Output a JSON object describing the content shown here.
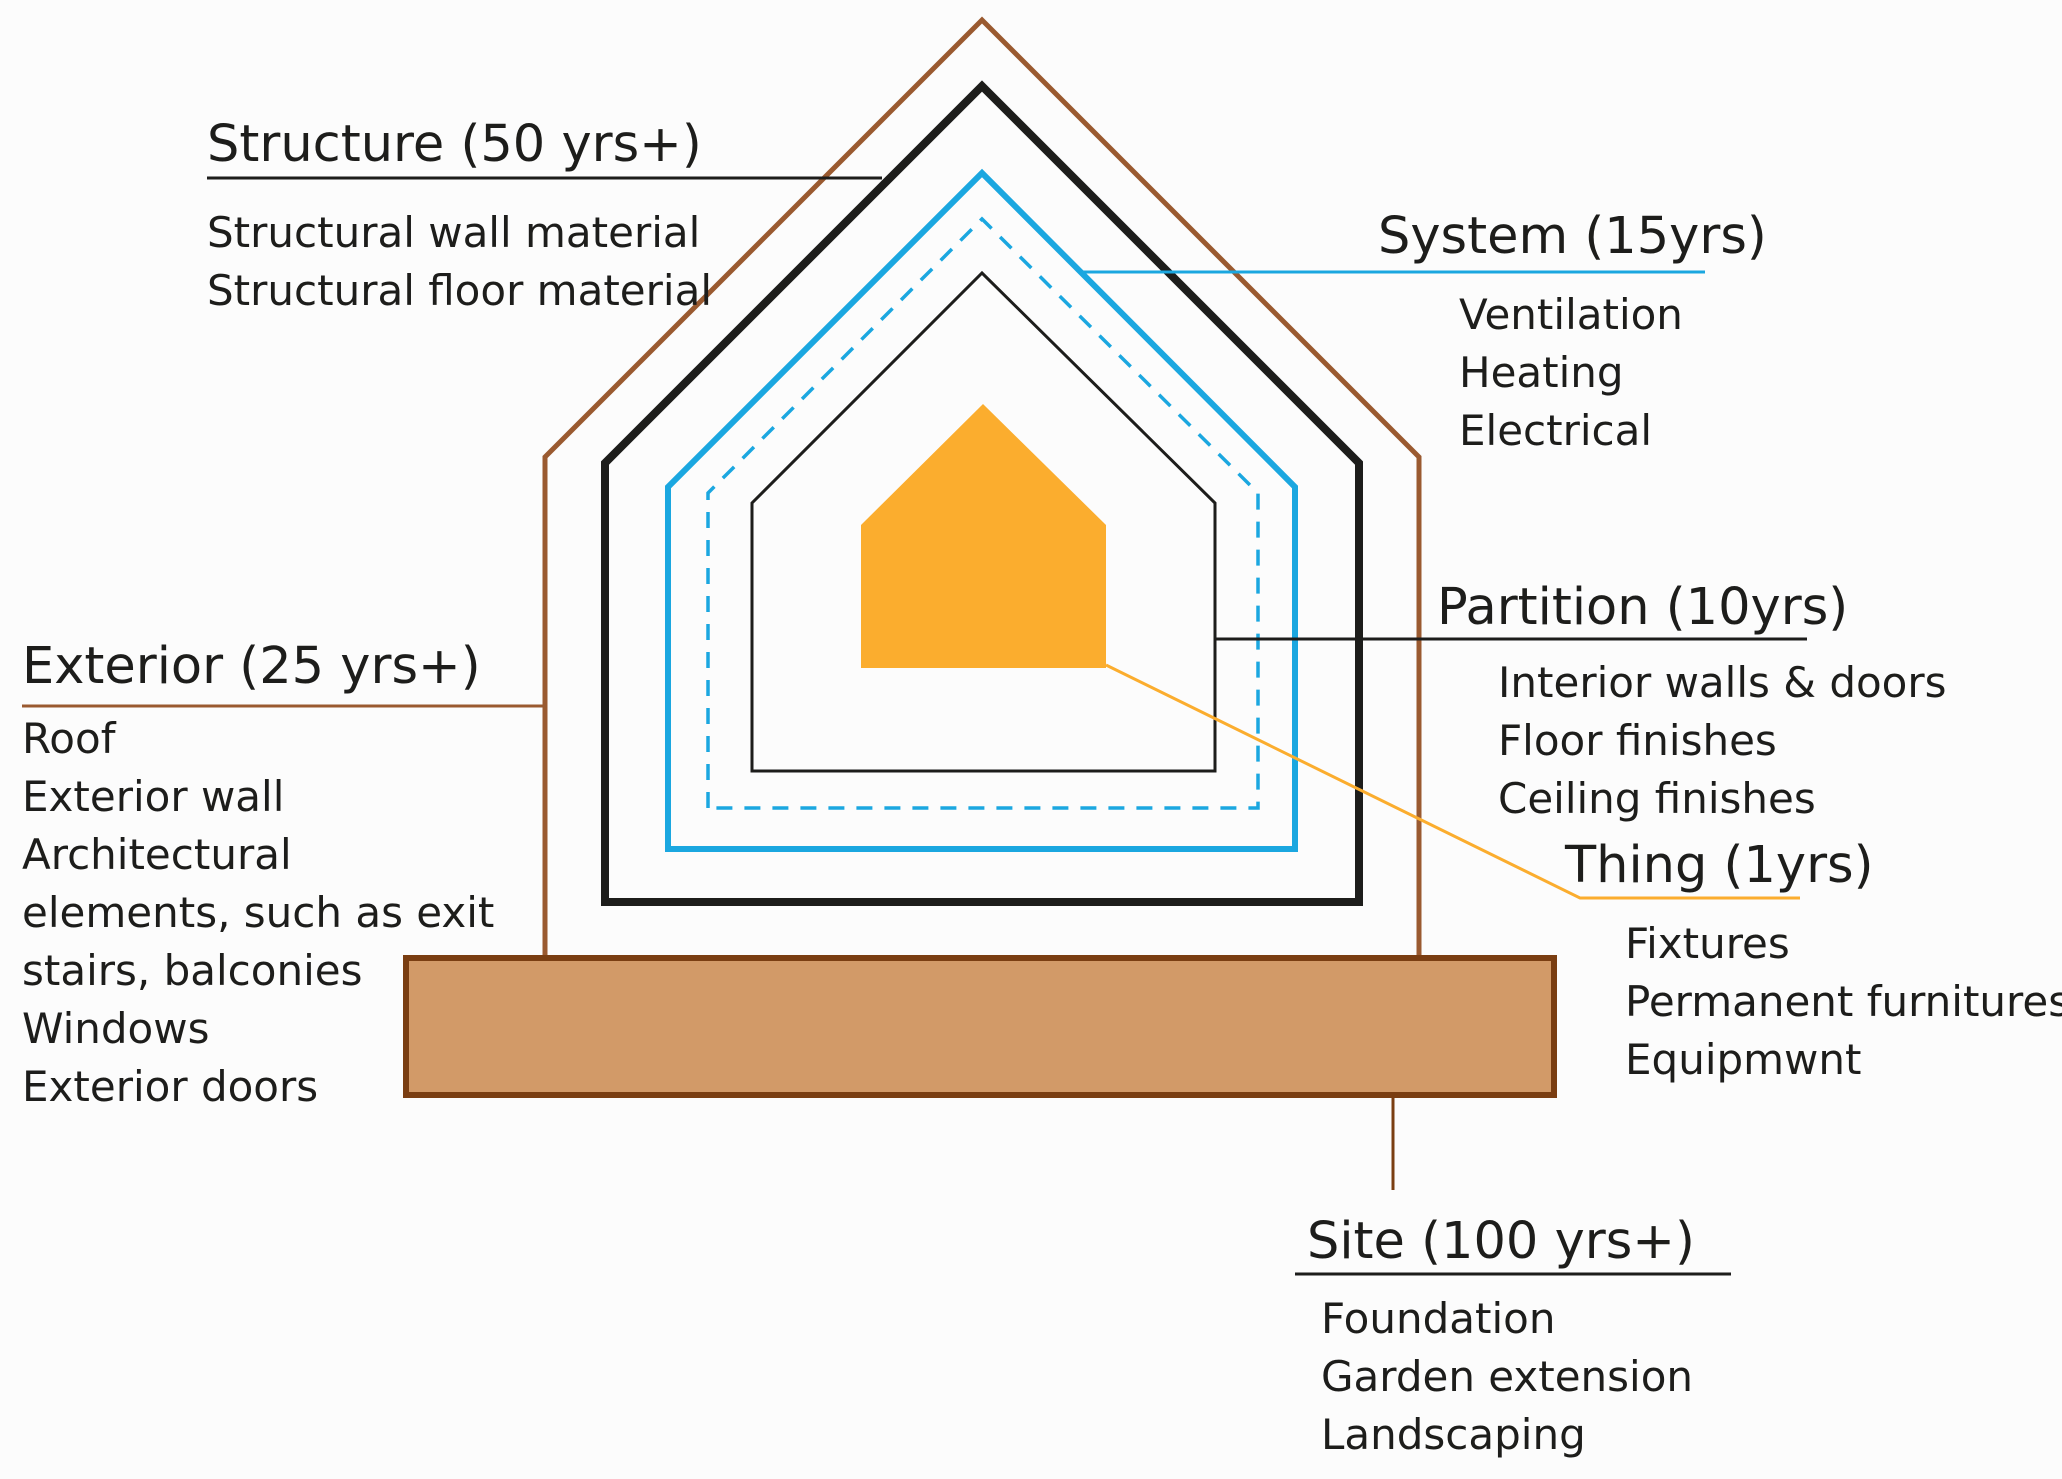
{
  "diagram": {
    "colors": {
      "site": "#7a3e12",
      "site_fill": "#d29a68",
      "exterior": "#9a5a30",
      "structure": "#1d1d1b",
      "system": "#1ba7e0",
      "partition": "#1d1d1b",
      "thing": "#fbad2e"
    },
    "layers": {
      "structure": {
        "title": "Structure (50 yrs+)",
        "items": [
          "Structural wall material",
          "Structural floor material"
        ]
      },
      "system": {
        "title": "System (15yrs)",
        "items": [
          "Ventilation",
          "Heating",
          "Electrical"
        ]
      },
      "partition": {
        "title": "Partition (10yrs)",
        "items": [
          "Interior walls & doors",
          "Floor finishes",
          "Ceiling finishes"
        ]
      },
      "thing": {
        "title": "Thing (1yrs)",
        "items": [
          "Fixtures",
          "Permanent furnitures",
          "Equipmwnt"
        ]
      },
      "exterior": {
        "title": "Exterior (25 yrs+)",
        "items": [
          "Roof",
          "Exterior wall",
          "Architectural elements, such as exit stairs, balconies",
          "Windows",
          "Exterior doors"
        ]
      },
      "site": {
        "title": "Site (100 yrs+)",
        "items": [
          "Foundation",
          "Garden extension",
          "Landscaping"
        ]
      }
    }
  }
}
